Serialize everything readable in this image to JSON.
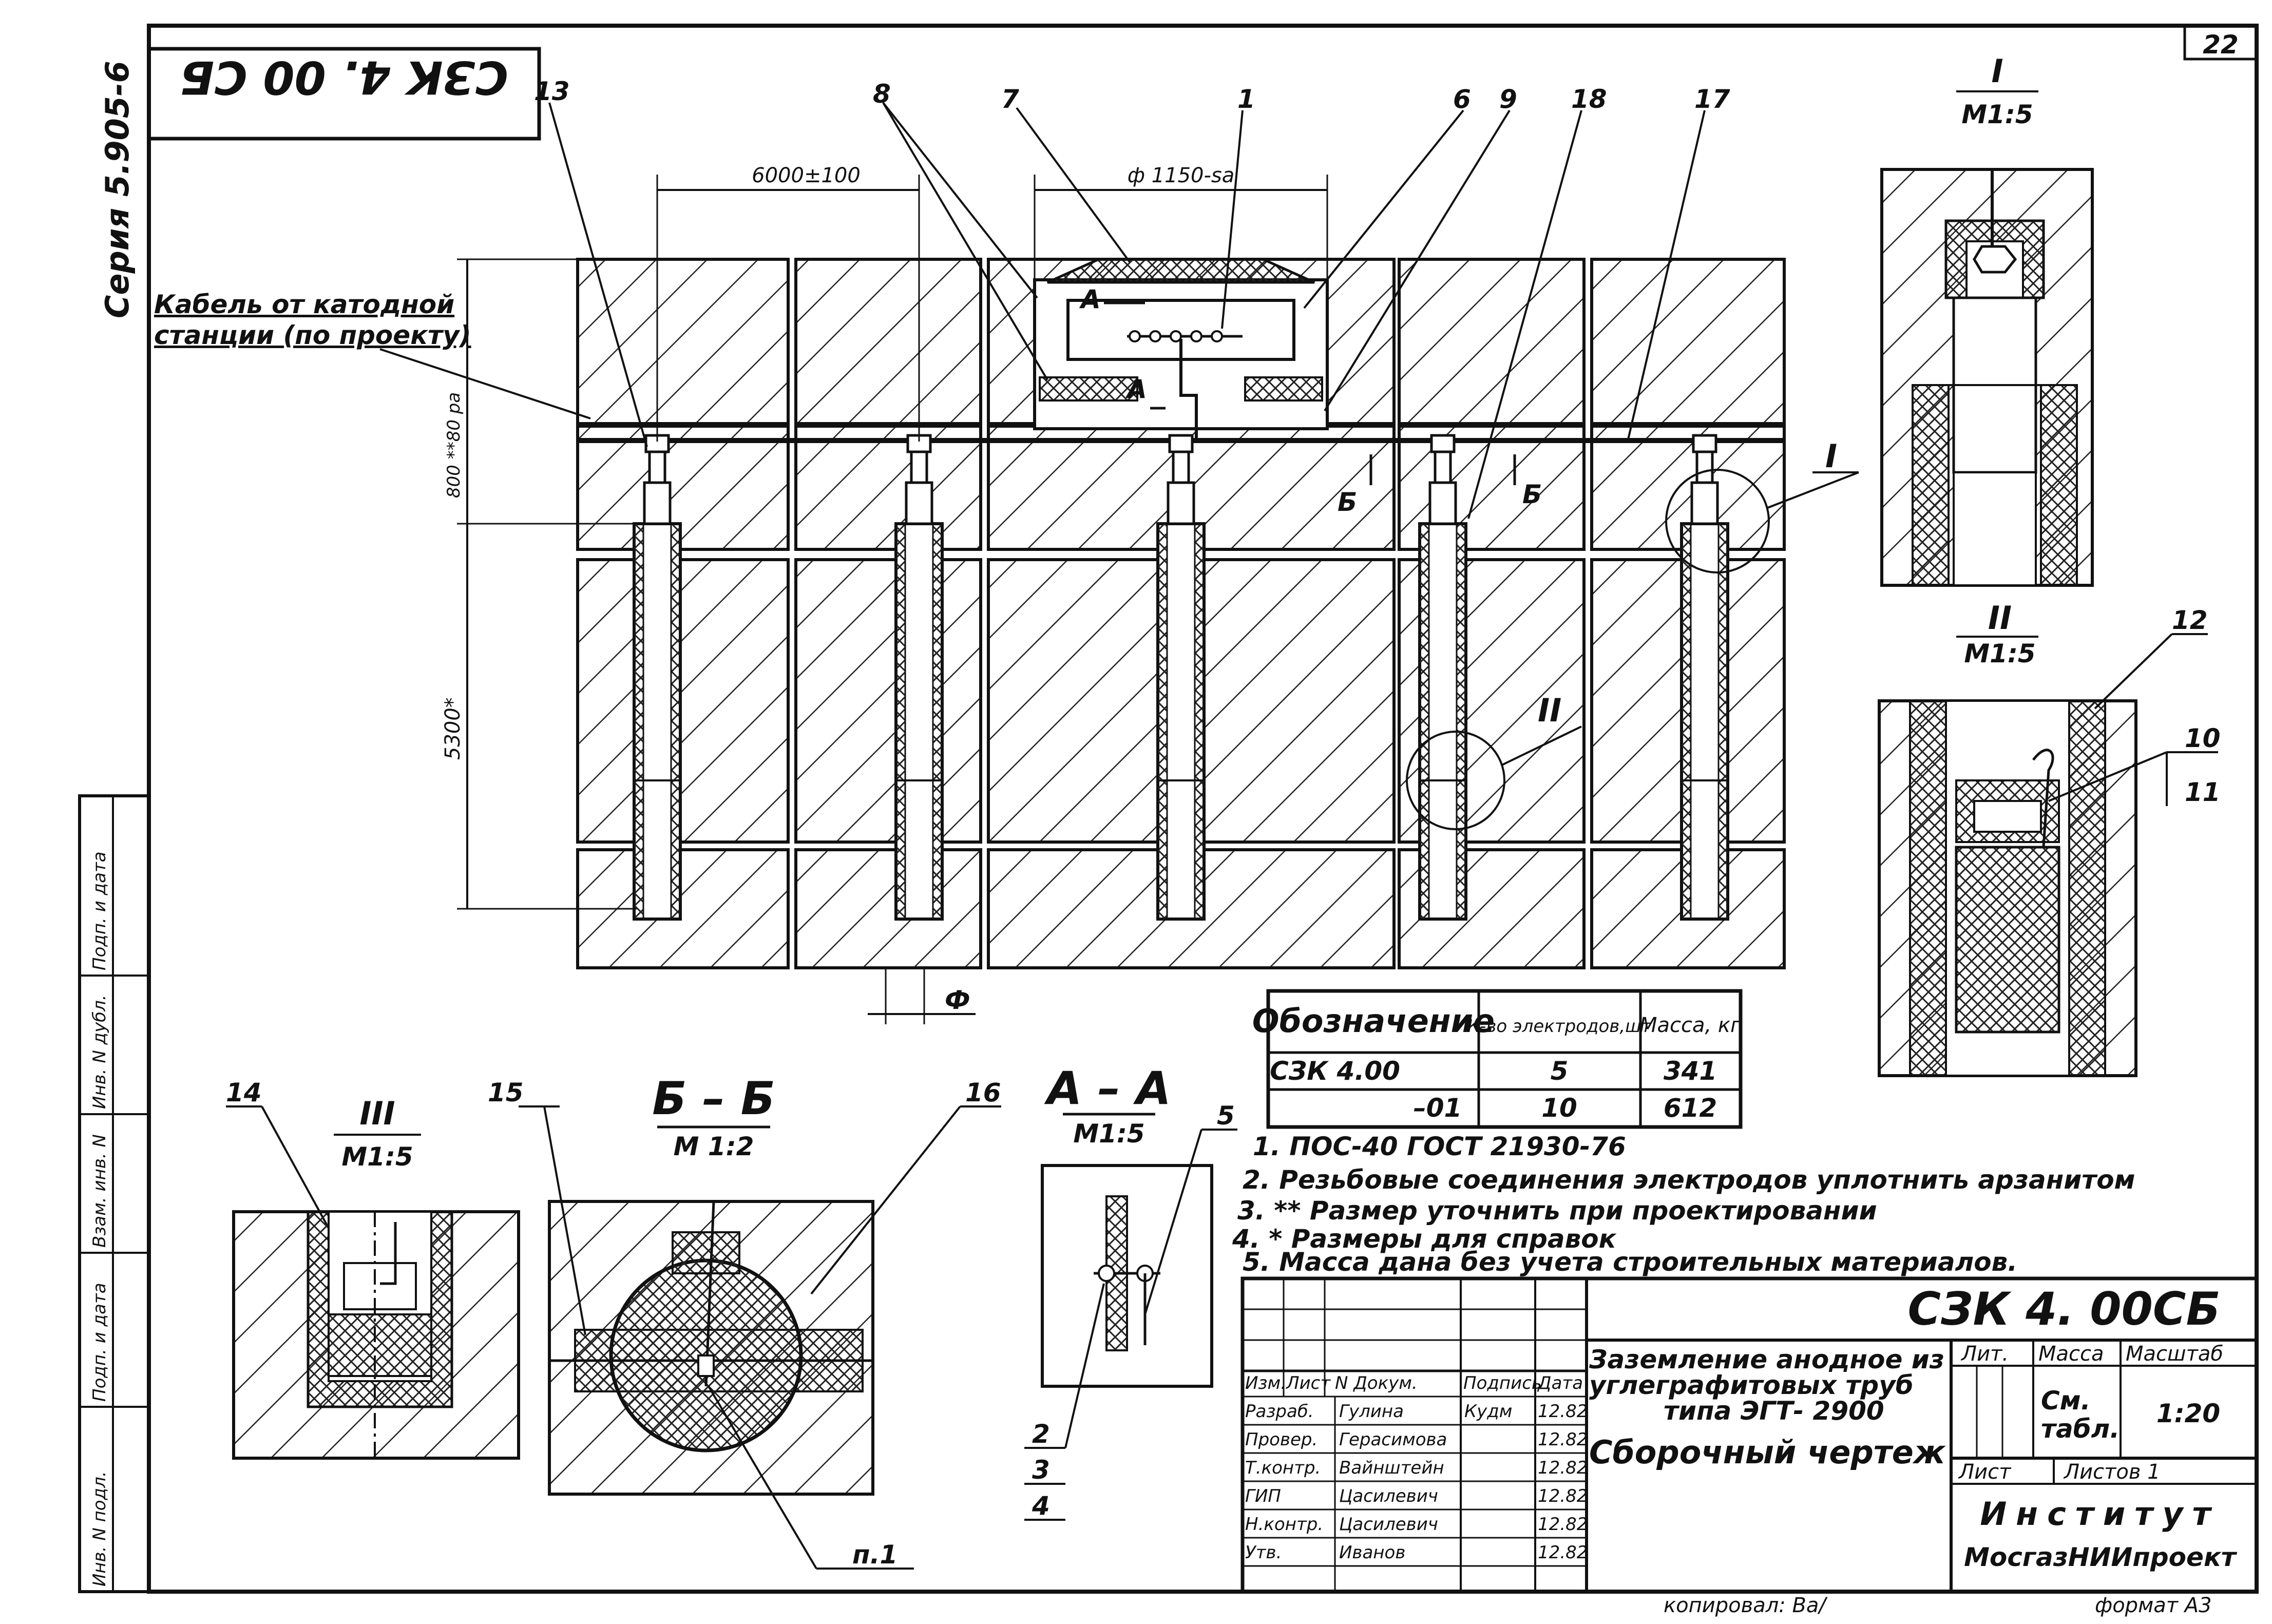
{
  "sheet_number": "22",
  "stamp_rotated": "СЗК 4. 00 СБ",
  "series": "Серия 5.905-6",
  "cable_note": [
    "Кабель от катодной",
    "станции (по проекту)"
  ],
  "dim_spacing": "6000±100",
  "dim_diameter": "ф 1150-sa",
  "dim_depth_top": "800 **80 ра",
  "dim_depth_main": "5300*",
  "dim_mark_f": "Ф",
  "pos_labels_top": [
    "13",
    "8",
    "7",
    "1",
    "6",
    "9",
    "18",
    "17"
  ],
  "section_marks": {
    "a": "А",
    "b": "Б"
  },
  "callout_I": "I",
  "callout_II": "II",
  "detail_I": {
    "title": "I",
    "scale": "М1:5"
  },
  "detail_II": {
    "title": "II",
    "scale": "М1:5",
    "labels": [
      "12",
      "10",
      "11"
    ]
  },
  "detail_III": {
    "title": "III",
    "scale": "М1:5",
    "label": "14"
  },
  "section_BB": {
    "title": "Б – Б",
    "scale": "М 1:2",
    "labels": [
      "15",
      "16"
    ],
    "note": "п.1"
  },
  "section_AA": {
    "title": "А – А",
    "scale": "М1:5",
    "labels": [
      "5",
      "2",
      "3",
      "4"
    ]
  },
  "spec_table": {
    "headers": [
      "Обозначение",
      "К-во электродов,шт",
      "Масса, кг"
    ],
    "rows": [
      [
        "СЗК 4.00",
        "5",
        "341"
      ],
      [
        "–01",
        "10",
        "612"
      ]
    ]
  },
  "notes": [
    "1. ПОС-40 ГОСТ 21930-76",
    "2. Резьбовые соединения электродов уплотнить арзанитом",
    "3. ** Размер уточнить при проектировании",
    "4. * Размеры для справок",
    "5. Масса дана без учета строительных материалов."
  ],
  "title_block": {
    "designation": "СЗК 4. 00СБ",
    "title": [
      "Заземление анодное из",
      "углеграфитовых труб",
      "типа ЭГТ- 2900"
    ],
    "doc_type": "Сборочный чертеж",
    "head_labels": [
      "Изм.",
      "Лист",
      "N Докум.",
      "Подпись",
      "Дата"
    ],
    "roles": [
      {
        "role": "Разраб.",
        "name": "Гулина",
        "sign": "Кудм",
        "date": "12.82"
      },
      {
        "role": "Провер.",
        "name": "Герасимова",
        "sign": "",
        "date": "12.82"
      },
      {
        "role": "Т.контр.",
        "name": "Вайнштейн",
        "sign": "",
        "date": "12.82"
      },
      {
        "role": "ГИП",
        "name": "Цасилевич",
        "sign": "",
        "date": "12.82"
      },
      {
        "role": "Н.контр.",
        "name": "Цасилевич",
        "sign": "",
        "date": "12.82"
      },
      {
        "role": "Утв.",
        "name": "Иванов",
        "sign": "",
        "date": "12.82"
      }
    ],
    "lit_label": "Лит.",
    "mass_label": "Масса",
    "scale_label": "Масштаб",
    "mass_value": [
      "См.",
      "табл."
    ],
    "scale_value": "1:20",
    "sheet_label": "Лист",
    "sheets_label": "Листов 1",
    "org": [
      "Институт",
      "МосгазНИИпроект"
    ]
  },
  "left_margin_labels": [
    "Инв. N подл.",
    "Подп. и дата",
    "Взам. инв. N",
    "Инв. N дубл.",
    "Подп. и дата"
  ],
  "copied_by": "копировал: Ва/",
  "format": "формат А3"
}
